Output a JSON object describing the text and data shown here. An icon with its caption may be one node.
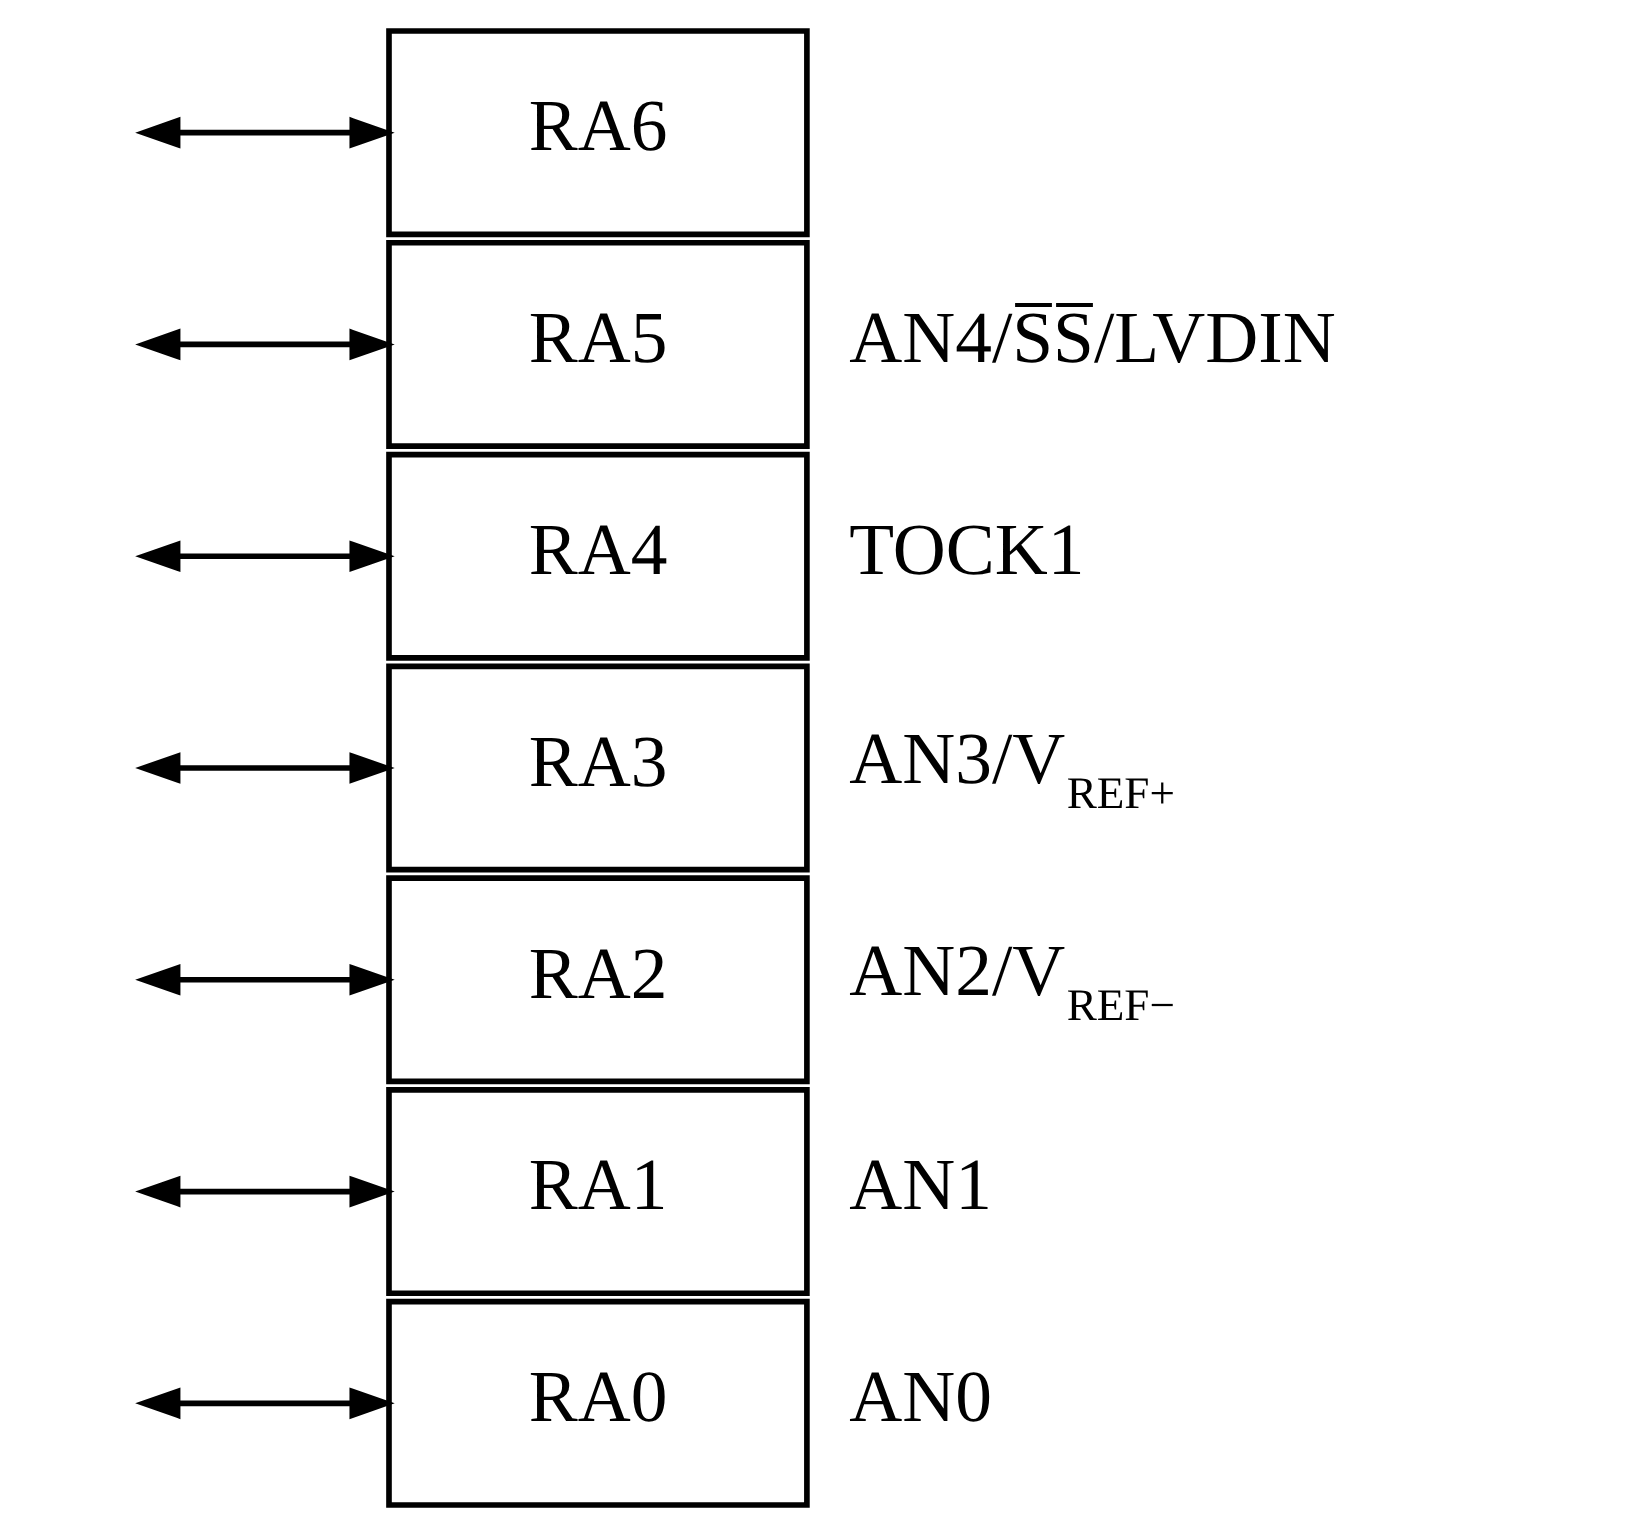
{
  "diagram": {
    "nodes": [
      {
        "text": [
          "RA6"
        ]
      },
      {
        "text": [
          "RA5"
        ],
        "beside": [
          "AN4/S̅S̅/LVDIN"
        ]
      },
      {
        "text": [
          "RA4"
        ],
        "beside": [
          "TOCK1"
        ]
      },
      {
        "text": [
          "RA3"
        ],
        "beside": [
          "AN3/V$_{REF+}$"
        ]
      },
      {
        "text": [
          "RA2"
        ],
        "beside": [
          "AN2/V$_{REF−}$"
        ]
      },
      {
        "text": [
          "RA1"
        ],
        "beside": [
          "AN1"
        ]
      },
      {
        "text": [
          "RA0"
        ],
        "beside": [
          "AN0"
        ]
      }
    ],
    "edges": [
      {
        "from": null,
        "to": 0,
        "arrow": "both"
      },
      {
        "from": null,
        "to": 1,
        "arrow": "both"
      },
      {
        "from": null,
        "to": 2,
        "arrow": "both"
      },
      {
        "from": null,
        "to": 3,
        "arrow": "both"
      },
      {
        "from": null,
        "to": 4,
        "arrow": "both"
      },
      {
        "from": null,
        "to": 5,
        "arrow": "both"
      },
      {
        "from": null,
        "to": 6,
        "arrow": "both"
      }
    ]
  }
}
